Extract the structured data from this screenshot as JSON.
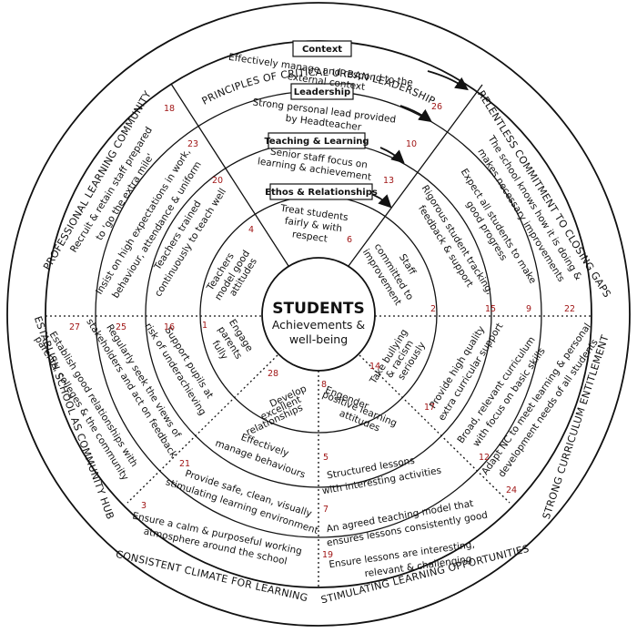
{
  "outer_labels": {
    "top": "PRINCIPLES OF CRITICAL URBAN LEADERSHIP",
    "top_right": "RELENTLESS COMMITMENT TO CLOSING GAPS",
    "right": "STRONG CURRICULUM ENTITLEMENT",
    "bottom_right": "STIMULATING LEARNING OPPORTUNITIES",
    "bottom_left": "CONSISTENT CLIMATE FOR LEARNING",
    "left": "ESTABLISH SCHOOL AS COMMUNITY HUB",
    "top_left": "PROFESSIONAL LEARNING COMMUNITY"
  },
  "layer_boxes": {
    "context": "Context",
    "leadership": "Leadership",
    "teaching": "Teaching & Learning",
    "ethos": "Ethos & Relationships"
  },
  "center": {
    "title": "STUDENTS",
    "sub1": "Achievements &",
    "sub2": "well-being"
  },
  "top_texts": {
    "context_l1": "Effectively manage and respond to the",
    "context_l2": "external context",
    "leadership_l1": "Strong personal lead provided",
    "leadership_l2": "by Headteacher",
    "teaching_l1": "Senior staff focus on",
    "teaching_l2": "learning & achievement",
    "ethos_l1": "Treat students",
    "ethos_l2": "fairly & with",
    "ethos_l3": "respect"
  },
  "left_upper_texts": {
    "recruit_l1": "Recruit & retain staff prepared",
    "recruit_l2": "to 'go the extra mile'",
    "insist_l1": "Insist on high expectations in work,",
    "insist_l2": "behaviour, attendance & uniform",
    "trained_l1": "Teachers trained",
    "trained_l2": "continuously to teach well",
    "model_l1": "Teachers",
    "model_l2": "model good",
    "model_l3": "attitudes"
  },
  "right_upper_texts": {
    "knows_l1": "The school knows how it is doing &",
    "knows_l2": "makes necessary improvements",
    "expect_l1": "Expect all students to make",
    "expect_l2": "good progress",
    "rigorous_l1": "Rigorous student tracking,",
    "rigorous_l2": "feedback & support",
    "staff_l1": "Staff",
    "staff_l2": "committed to",
    "staff_l3": "improvement"
  },
  "left_lower_texts": {
    "estab_l1": "Establish good relationships with",
    "estab_l2": "parents, colleges & the community",
    "seek_l1": "Regularly seek the views of",
    "seek_l2": "stakeholders and act on feedback",
    "support_l1": "Support pupils at",
    "support_l2": "risk of underachieving",
    "engage_l1": "Engage",
    "engage_l2": "parents",
    "engage_l3": "fully"
  },
  "right_lower_texts": {
    "bully_l1": "Take bullying",
    "bully_l2": "& racism",
    "bully_l3": "seriously",
    "quality_l1": "Provide high quality",
    "quality_l2": "extra curricular support",
    "broad_l1": "Broad, relevant curriculum",
    "broad_l2": "with focus on basic skills",
    "adapt_l1": "Adapt NC to meet learning & personal",
    "adapt_l2": "development needs of all students"
  },
  "bottom_texts": {
    "excellent_l1": "Develop",
    "excellent_l2": "excellent",
    "excellent_l3": "relationships",
    "engender_l1": "Engender",
    "engender_l2": "positive learning",
    "engender_l3": "attitudes",
    "behav_l1": "Effectively",
    "behav_l2": "manage behaviours",
    "struct_l1": "Structured lessons",
    "struct_l2": "with interesting activities",
    "safe_l1": "Provide safe, clean, visually",
    "safe_l2": "stimulating learning environment",
    "model_l1": "An agreed teaching model that",
    "model_l2": "ensures lessons consistently good",
    "calm_l1": "Ensure a calm & purposeful working",
    "calm_l2": "atmosphere around the school",
    "interest_l1": "Ensure lessons are interesting,",
    "interest_l2": "relevant & challenging"
  },
  "numbers": {
    "n1": "1",
    "n2": "2",
    "n3": "3",
    "n4": "4",
    "n5": "5",
    "n6": "6",
    "n7": "7",
    "n8": "8",
    "n9": "9",
    "n10": "10",
    "n12": "12",
    "n13": "13",
    "n14": "14",
    "n15": "15",
    "n16": "16",
    "n17": "17",
    "n18": "18",
    "n19": "19",
    "n20": "20",
    "n21": "21",
    "n22": "22",
    "n23": "23",
    "n24": "24",
    "n25": "25",
    "n26": "26",
    "n27": "27",
    "n28": "28"
  },
  "colors": {
    "number_red": "#a01616",
    "line": "#111111"
  }
}
